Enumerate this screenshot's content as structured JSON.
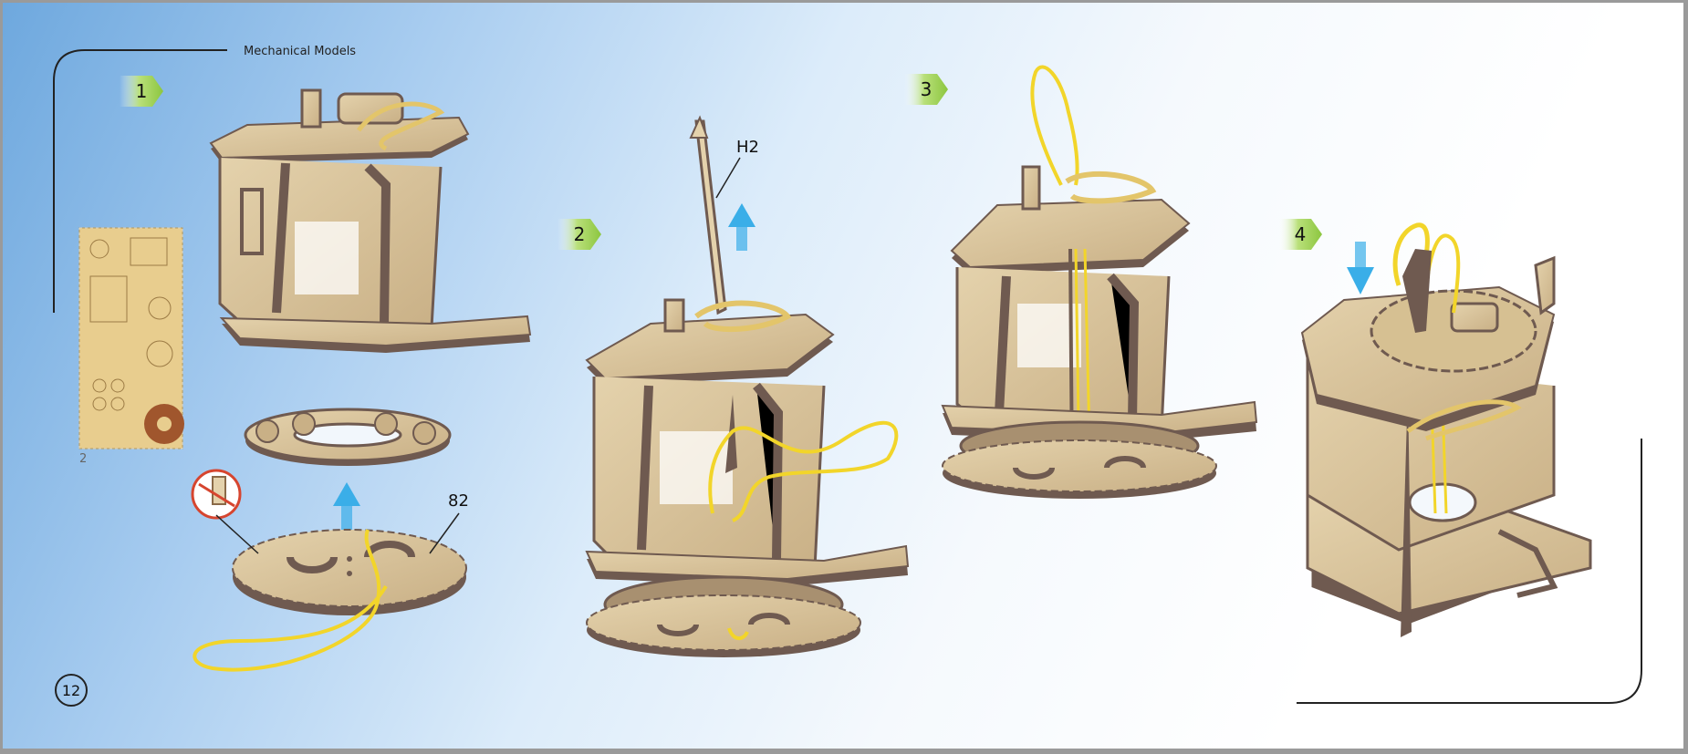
{
  "header": {
    "title": "Mechanical Models"
  },
  "steps": [
    {
      "number": "1"
    },
    {
      "number": "2"
    },
    {
      "number": "3"
    },
    {
      "number": "4"
    }
  ],
  "labels": {
    "part_82": "82",
    "part_h2": "H2",
    "sheet": "2"
  },
  "page_number": "12",
  "colors": {
    "step_badge": "#9ccf4e",
    "motion_arrow": "#3aaee8",
    "wood": "#d8c39a",
    "wood_edge": "#6f5a50",
    "rubber_band": "#f2d52a",
    "prohibited": "#d6452f"
  }
}
